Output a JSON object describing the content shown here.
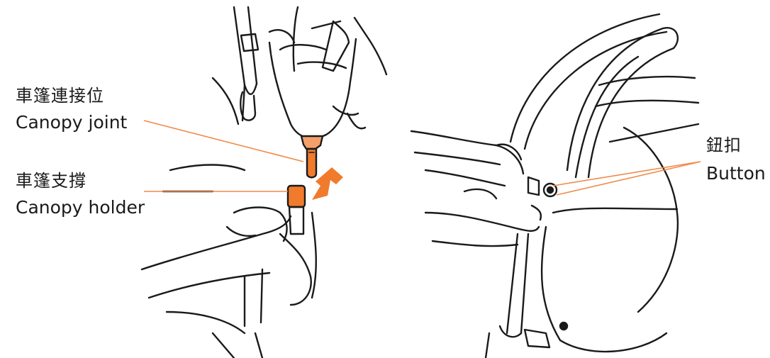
{
  "labels": {
    "canopy_joint_zh": "車篷連接位",
    "canopy_joint_en": "Canopy joint",
    "canopy_holder_zh": "車篷支撐",
    "canopy_holder_en": "Canopy holder",
    "button_zh": "鈕扣",
    "button_en": "Button"
  },
  "colors": {
    "accent": "#f07b2c",
    "leader": "#f08a4a",
    "ink": "#1a1a1a"
  },
  "icons": [
    "down-arrow-icon"
  ]
}
